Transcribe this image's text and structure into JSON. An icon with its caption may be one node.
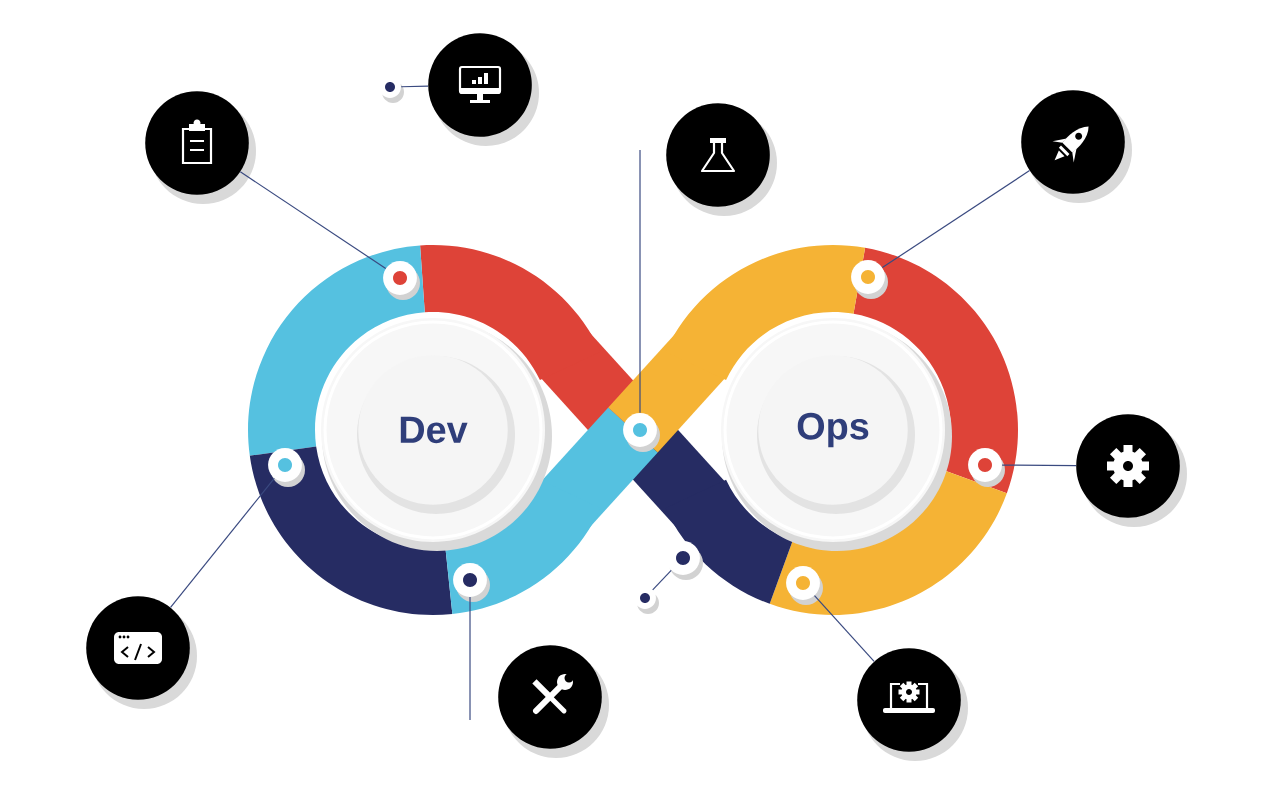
{
  "diagram": {
    "nodes": [
      {
        "text": [
          "Dev"
        ]
      },
      {
        "text": [
          "Ops"
        ]
      },
      {
        "text": [],
        "shape": "circle"
      },
      {
        "text": [],
        "shape": "circle"
      },
      {
        "text": [],
        "shape": "circle"
      },
      {
        "text": [],
        "shape": "circle"
      },
      {
        "text": [],
        "shape": "circle"
      },
      {
        "text": [],
        "shape": "circle"
      },
      {
        "text": [],
        "shape": "circle"
      },
      {
        "text": [],
        "shape": "circle"
      },
      {
        "text": [],
        "shape": "circle"
      },
      {
        "text": [],
        "shape": "circle"
      },
      {
        "text": [],
        "shape": "circle"
      },
      {
        "text": [],
        "shape": "circle"
      },
      {
        "text": [],
        "shape": "circle"
      },
      {
        "text": [],
        "shape": "circle"
      },
      {
        "text": [],
        "shape": "circle"
      },
      {
        "text": [],
        "shape": "circle"
      },
      {
        "text": [],
        "shape": "circle"
      },
      {
        "text": [],
        "shape": "circle"
      }
    ],
    "edges": [
      {
        "from": 10,
        "to": 2,
        "arrow": "none"
      },
      {
        "from": 11,
        "to": 3,
        "arrow": "none"
      },
      {
        "from": 12,
        "to": 5,
        "arrow": "none"
      },
      {
        "from": 13,
        "to": null,
        "arrow": "none"
      },
      {
        "from": 14,
        "to": 7,
        "arrow": "none"
      },
      {
        "from": 15,
        "to": 6,
        "arrow": "none"
      },
      {
        "from": 16,
        "to": null,
        "arrow": "none"
      },
      {
        "from": 17,
        "to": 18,
        "arrow": "none"
      },
      {
        "from": 19,
        "to": 9,
        "arrow": "none"
      }
    ]
  }
}
